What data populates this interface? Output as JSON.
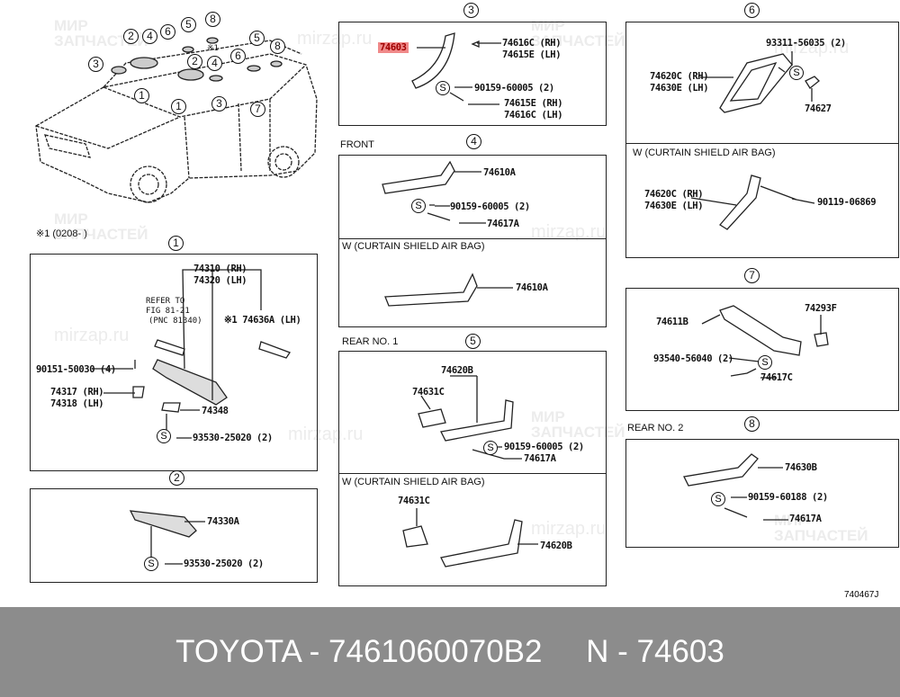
{
  "watermark": {
    "line1": "МИР",
    "line2": "ЗАПЧАСТЕЙ",
    "url": "mirzap.ru"
  },
  "highlight_color": "#f08a8a",
  "overview": {
    "note": "※1 (0208-    )",
    "callouts": [
      "1",
      "2",
      "3",
      "4",
      "5",
      "6",
      "7",
      "8",
      "※1"
    ]
  },
  "panels": {
    "p1": {
      "number": "1",
      "labels": [
        "74310 (RH)",
        "74320 (LH)",
        "REFER TO",
        "FIG 81-21",
        "(PNC 81340)",
        "※1 74636A (LH)",
        "90151-50030 (4)",
        "74317 (RH)",
        "74318 (LH)",
        "74348",
        "93530-25020 (2)"
      ]
    },
    "p2": {
      "number": "2",
      "labels": [
        "74330A",
        "93530-25020 (2)"
      ]
    },
    "p3": {
      "number": "3",
      "labels": [
        "74603",
        "74616C (RH)",
        "74615E (LH)",
        "90159-60005 (2)",
        "74615E (RH)",
        "74616C (LH)"
      ]
    },
    "p4": {
      "number": "4",
      "header": "FRONT",
      "sub_header": "W (CURTAIN SHIELD AIR BAG)",
      "labels": [
        "74610A",
        "90159-60005 (2)",
        "74617A",
        "74610A"
      ]
    },
    "p5": {
      "number": "5",
      "header": "REAR NO. 1",
      "sub_header": "W (CURTAIN SHIELD AIR BAG)",
      "labels": [
        "74620B",
        "74631C",
        "90159-60005 (2)",
        "74617A",
        "74631C",
        "74620B"
      ]
    },
    "p6": {
      "number": "6",
      "sub_header": "W (CURTAIN SHIELD AIR BAG)",
      "labels": [
        "93311-56035 (2)",
        "74620C (RH)",
        "74630E (LH)",
        "74627",
        "74620C (RH)",
        "74630E (LH)",
        "90119-06869"
      ]
    },
    "p7": {
      "number": "7",
      "labels": [
        "74611B",
        "74293F",
        "93540-56040 (2)",
        "74617C"
      ]
    },
    "p8": {
      "number": "8",
      "header": "REAR NO. 2",
      "labels": [
        "74630B",
        "90159-60188 (2)",
        "74617A"
      ]
    }
  },
  "screw_symbol": "S",
  "figure_code": "740467J",
  "footer": {
    "text": "TOYOTA - 7461060070B2     N - 74603"
  }
}
